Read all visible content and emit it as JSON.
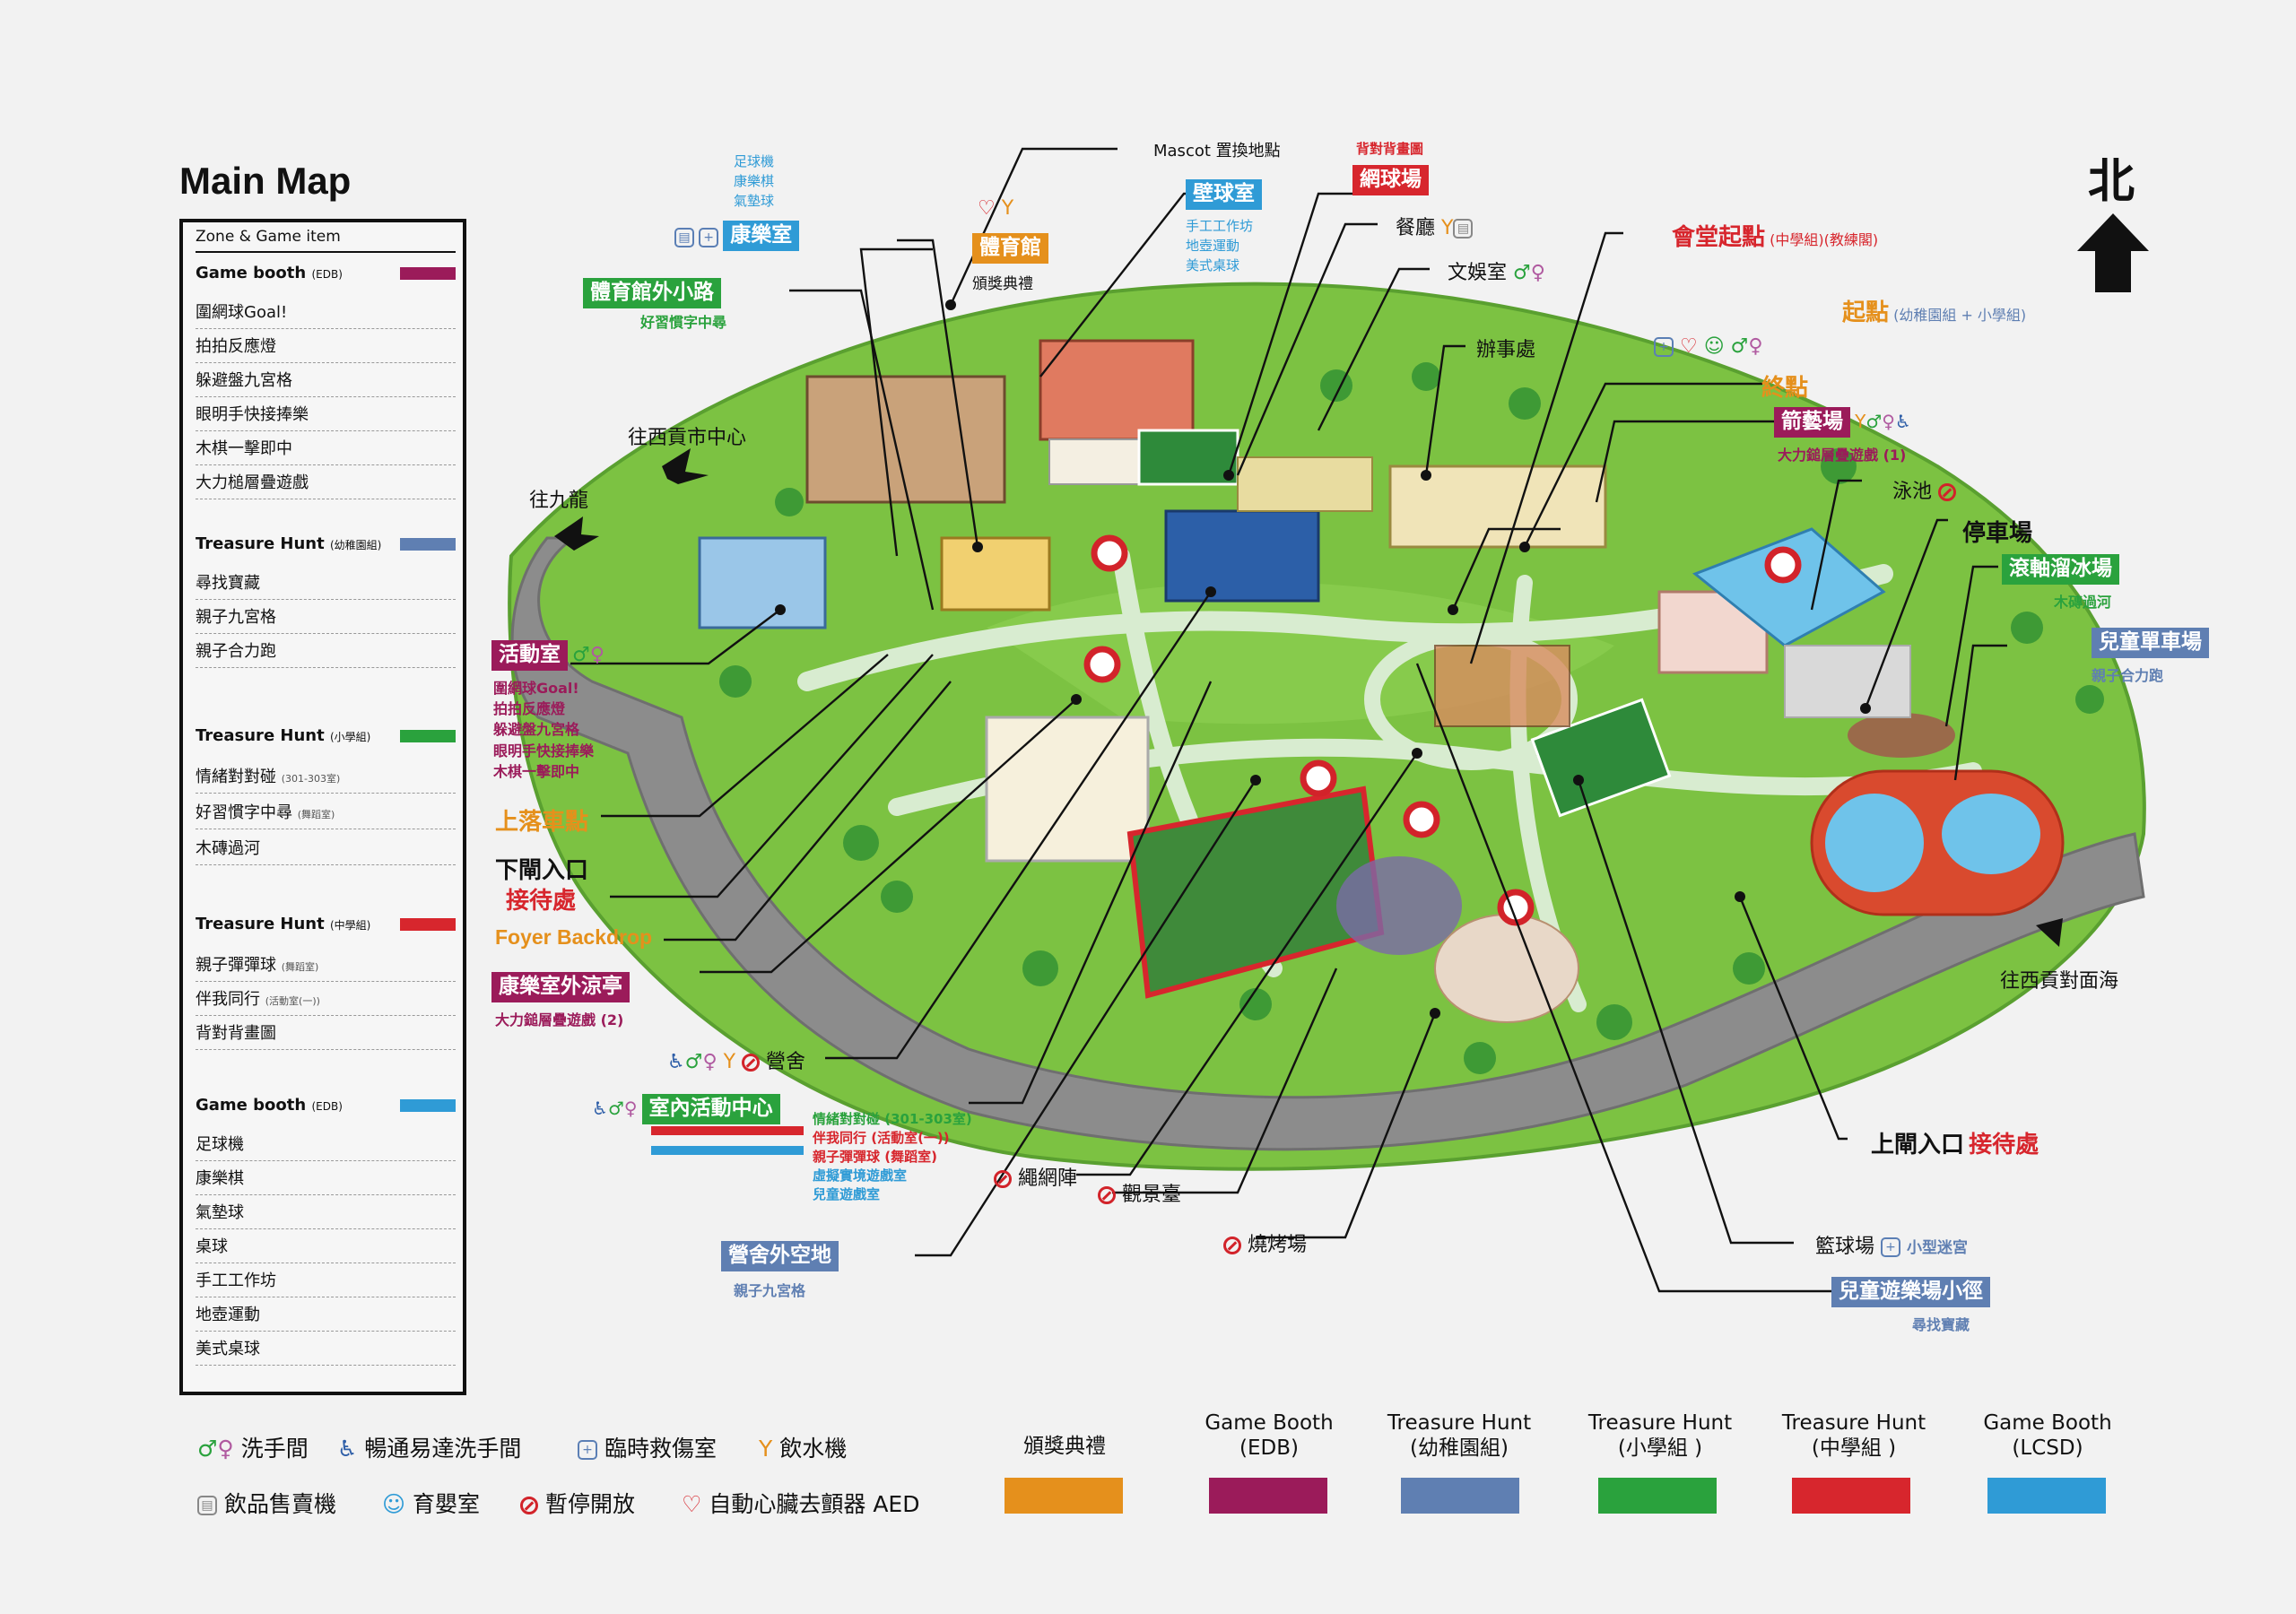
{
  "title": "Main Map",
  "north": "北",
  "legend": {
    "header": "Zone & Game item",
    "sections": [
      {
        "name": "Game booth",
        "tag": "(EDB)",
        "color": "#9b1b5a",
        "items": [
          {
            "t": "圍網球Goal!"
          },
          {
            "t": "拍拍反應燈"
          },
          {
            "t": "躲避盤九宮格"
          },
          {
            "t": "眼明手快接捧樂"
          },
          {
            "t": "木棋一擊即中"
          },
          {
            "t": "大力槌層疊遊戲"
          }
        ]
      },
      {
        "name": "Treasure Hunt",
        "tag": "(幼稚園組)",
        "color": "#5f7fb2",
        "items": [
          {
            "t": "尋找寶藏"
          },
          {
            "t": "親子九宮格"
          },
          {
            "t": "親子合力跑"
          }
        ]
      },
      {
        "name": "Treasure Hunt",
        "tag": "(小學組)",
        "color": "#2aa23d",
        "items": [
          {
            "t": "情緒對對碰",
            "n": "(301-303室)"
          },
          {
            "t": "好習慣字中尋",
            "n": "(舞蹈室)"
          },
          {
            "t": "木磚過河"
          }
        ]
      },
      {
        "name": "Treasure Hunt",
        "tag": "(中學組)",
        "color": "#d7262d",
        "items": [
          {
            "t": "親子彈彈球",
            "n": "(舞蹈室)"
          },
          {
            "t": "伴我同行",
            "n": "(活動室(一))"
          },
          {
            "t": "背對背畫圖"
          }
        ]
      },
      {
        "name": "Game booth",
        "tag": "(EDB)",
        "color": "#2f9bd6",
        "items": [
          {
            "t": "足球機"
          },
          {
            "t": "康樂棋"
          },
          {
            "t": "氣墊球"
          },
          {
            "t": "桌球"
          },
          {
            "t": "手工工作坊"
          },
          {
            "t": "地壺運動"
          },
          {
            "t": "美式桌球"
          }
        ]
      }
    ]
  },
  "colors": {
    "orange": "#e5901c",
    "edb": "#9b1b5a",
    "kinder": "#5f7fb2",
    "primary": "#2aa23d",
    "secondary": "#d7262d",
    "lcsd": "#2f9bd6",
    "grass": "#7cc242",
    "road": "#8c8c8c"
  },
  "places": {
    "mascot": "Mascot 置換地點",
    "backtoback": "背對背畫圖",
    "tennis": "網球場",
    "squash": "壁球室",
    "squash_sub": [
      "手工工作坊",
      "地壺運動",
      "美式桌球"
    ],
    "rec_top": [
      "足球機",
      "康樂棋",
      "氣墊球"
    ],
    "rec_room": "康樂室",
    "gym": "體育館",
    "award": "頒獎典禮",
    "gym_path": "體育館外小路",
    "gym_path_sub": "好習慣字中尋",
    "canteen": "餐廳",
    "culture": "文娛室",
    "office": "辦事處",
    "hall_start": "會堂起點",
    "hall_start_note": "(中學組)(教練閣)",
    "start": "起點",
    "start_note": "(幼稚園組 + 小學組)",
    "finish": "終點",
    "archery": "箭藝場",
    "archery_sub": "大力鎚層疊遊戲 (1)",
    "pool": "泳池",
    "carpark": "停車場",
    "roller": "滾軸溜冰場",
    "roller_sub": "木磚過河",
    "bike": "兒童單車場",
    "bike_sub": "親子合力跑",
    "to_saikung_centre": "往西貢市中心",
    "to_kowloon": "往九龍",
    "to_saikung_sea": "往西貢對面海",
    "activity": "活動室",
    "activity_sub": [
      "圍網球Goal!",
      "拍拍反應燈",
      "躲避盤九宮格",
      "眼明手快接捧樂",
      "木棋一擊即中"
    ],
    "dropoff": "上落車點",
    "lower_gate": "下閘入口",
    "reception": "接待處",
    "foyer": "Foyer Backdrop",
    "pavilion": "康樂室外涼亭",
    "pavilion_sub": "大力鎚層疊遊戲 (2)",
    "dorm": "營舍",
    "indoor": "室內活動中心",
    "indoor_sub": [
      {
        "t": "情緒對對碰 (301-303室)",
        "c": "#2aa23d"
      },
      {
        "t": "伴我同行 (活動室(一))",
        "c": "#d7262d"
      },
      {
        "t": "親子彈彈球 (舞蹈室)",
        "c": "#d7262d"
      },
      {
        "t": "虛擬實境遊戲室",
        "c": "#2f9bd6"
      },
      {
        "t": "兒童遊戲室",
        "c": "#2f9bd6"
      }
    ],
    "rope": "繩網陣",
    "view": "觀景臺",
    "bbq": "燒烤場",
    "dorm_open": "營舍外空地",
    "dorm_open_sub": "親子九宮格",
    "upper_gate": "上閘入口",
    "basketball": "籃球場",
    "maze": "小型迷宮",
    "playground": "兒童遊樂場小徑",
    "playground_sub": "尋找寶藏"
  },
  "bottom_legend": [
    {
      "icon": "toilet-icon",
      "label": "洗手間"
    },
    {
      "icon": "accessible-toilet-icon",
      "label": "暢通易達洗手間"
    },
    {
      "icon": "first-aid-icon",
      "label": "臨時救傷室"
    },
    {
      "icon": "water-fountain-icon",
      "label": "飲水機"
    },
    {
      "icon": "vending-machine-icon",
      "label": "飲品售賣機"
    },
    {
      "icon": "nursery-icon",
      "label": "育嬰室"
    },
    {
      "icon": "closed-icon",
      "label": "暫停開放"
    },
    {
      "icon": "aed-icon",
      "label": "自動心臟去顫器 AED"
    }
  ],
  "color_key": [
    {
      "l1": "",
      "l2": "頒獎典禮",
      "color": "#e5901c"
    },
    {
      "l1": "Game Booth",
      "l2": "(EDB)",
      "color": "#9b1b5a"
    },
    {
      "l1": "Treasure Hunt",
      "l2": "(幼稚園組)",
      "color": "#5f7fb2"
    },
    {
      "l1": "Treasure Hunt",
      "l2": "(小學組 )",
      "color": "#2aa23d"
    },
    {
      "l1": "Treasure Hunt",
      "l2": "(中學組 )",
      "color": "#d7262d"
    },
    {
      "l1": "Game Booth",
      "l2": "(LCSD)",
      "color": "#2f9bd6"
    }
  ]
}
